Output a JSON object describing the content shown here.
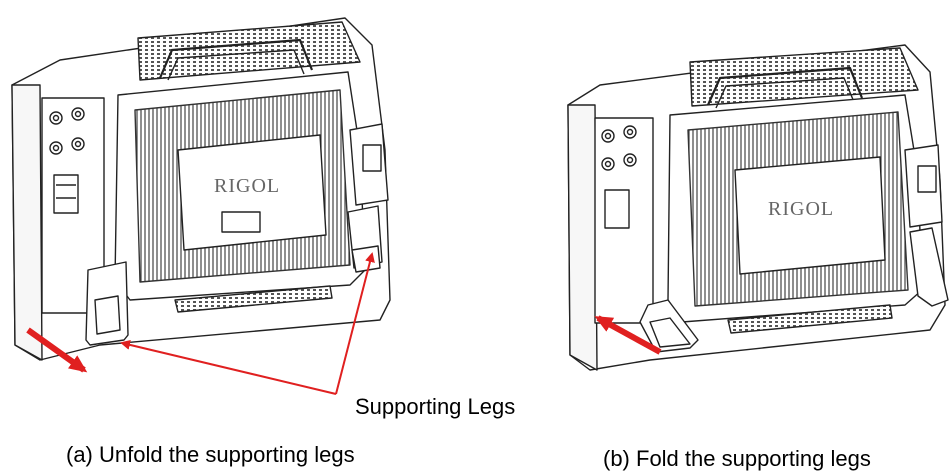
{
  "diagram": {
    "callout_label": "Supporting Legs",
    "caption_a": "(a) Unfold the supporting legs",
    "caption_b": "(b) Fold the supporting legs",
    "brand_text": "RIGOL",
    "arrow_color": "#e02020",
    "line_color": "#222222"
  }
}
